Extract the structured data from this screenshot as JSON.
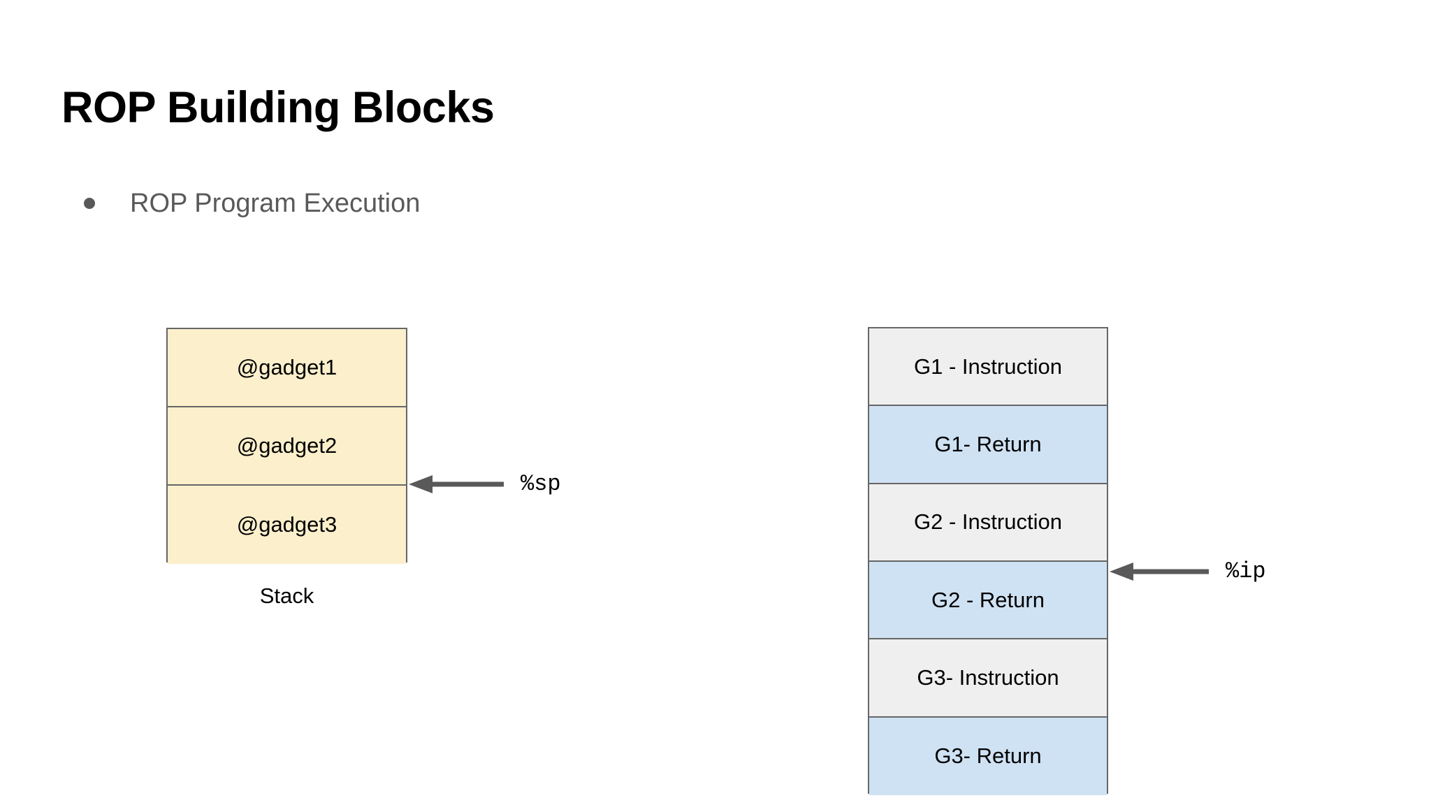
{
  "slide": {
    "title": "ROP Building Blocks",
    "bullets": [
      {
        "text": "ROP Program Execution",
        "marker": "bullet-dot-icon"
      }
    ]
  },
  "colors": {
    "background": "#ffffff",
    "title_text": "#000000",
    "bullet_text": "#595959",
    "box_border": "#666666",
    "stack_fill": "#FCEFCB",
    "instruction_fill": "#EFEFEF",
    "return_fill": "#CFE2F3",
    "arrow": "#595959"
  },
  "stack_diagram": {
    "caption": "Stack",
    "cells": [
      {
        "label": "@gadget1",
        "fill": "#FCEFCB"
      },
      {
        "label": "@gadget2",
        "fill": "#FCEFCB"
      },
      {
        "label": "@gadget3",
        "fill": "#FCEFCB"
      }
    ]
  },
  "gadget_diagram": {
    "cells": [
      {
        "label": "G1 - Instruction",
        "fill": "#EFEFEF",
        "kind": "instruction"
      },
      {
        "label": "G1- Return",
        "fill": "#CFE2F3",
        "kind": "return"
      },
      {
        "label": "G2 - Instruction",
        "fill": "#EFEFEF",
        "kind": "instruction"
      },
      {
        "label": "G2 - Return",
        "fill": "#CFE2F3",
        "kind": "return"
      },
      {
        "label": "G3- Instruction",
        "fill": "#EFEFEF",
        "kind": "instruction"
      },
      {
        "label": "G3- Return",
        "fill": "#CFE2F3",
        "kind": "return"
      }
    ]
  },
  "pointers": [
    {
      "id": "sp",
      "label": "%sp",
      "icon": "arrow-left-icon",
      "points_at": "boundary between @gadget2 and @gadget3"
    },
    {
      "id": "ip",
      "label": "%ip",
      "icon": "arrow-left-icon",
      "points_at": "boundary between G2 - Instruction and G2 - Return"
    }
  ]
}
